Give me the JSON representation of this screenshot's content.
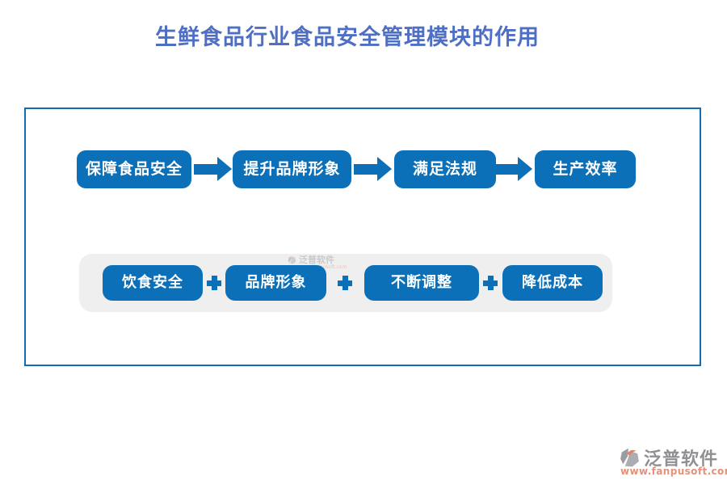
{
  "page": {
    "title": "生鲜食品行业食品安全管理模块的作用"
  },
  "colors": {
    "node_blue": "#0c70b8",
    "title_blue": "#4e6fc3",
    "box_border_blue": "#0f6db6",
    "panel_gray": "#f0eff0",
    "logo_gray": "#77787c",
    "logo_orange": "#dd7a5e"
  },
  "diagram": {
    "flow_row": {
      "connector": "arrow-right",
      "items": [
        "保障食品安全",
        "提升品牌形象",
        "满足法规",
        "生产效率"
      ]
    },
    "sum_row": {
      "connector": "plus",
      "items": [
        "饮食安全",
        "品牌形象",
        "不断调整",
        "降低成本"
      ]
    }
  },
  "watermark": {
    "brand": "泛普软件",
    "url": "www.fanpusoft.com"
  },
  "footer": {
    "brand": "泛普软件",
    "url": "www.fanpusoft.com"
  }
}
